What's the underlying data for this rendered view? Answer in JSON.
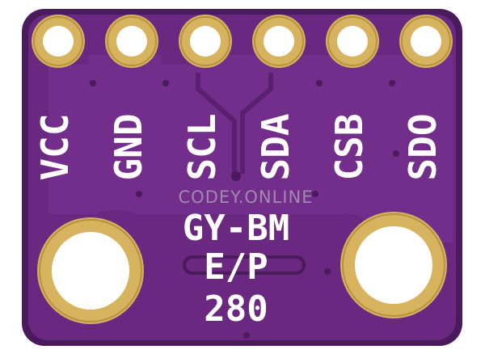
{
  "board": {
    "pins": [
      {
        "label": "VCC"
      },
      {
        "label": "GND"
      },
      {
        "label": "SCL"
      },
      {
        "label": "SDA"
      },
      {
        "label": "CSB"
      },
      {
        "label": "SDO"
      }
    ],
    "title_line1": "GY-BM",
    "title_line2": "E/P",
    "title_line3": "280",
    "watermark": "CODEY.ONLINE"
  },
  "colors": {
    "board_edge": "#4a1a5c",
    "board_fill": "#6a2880",
    "trace": "#7d3594",
    "gold": "#d7b35f",
    "gold_dark": "#b8933f",
    "silk": "#ffffff"
  }
}
